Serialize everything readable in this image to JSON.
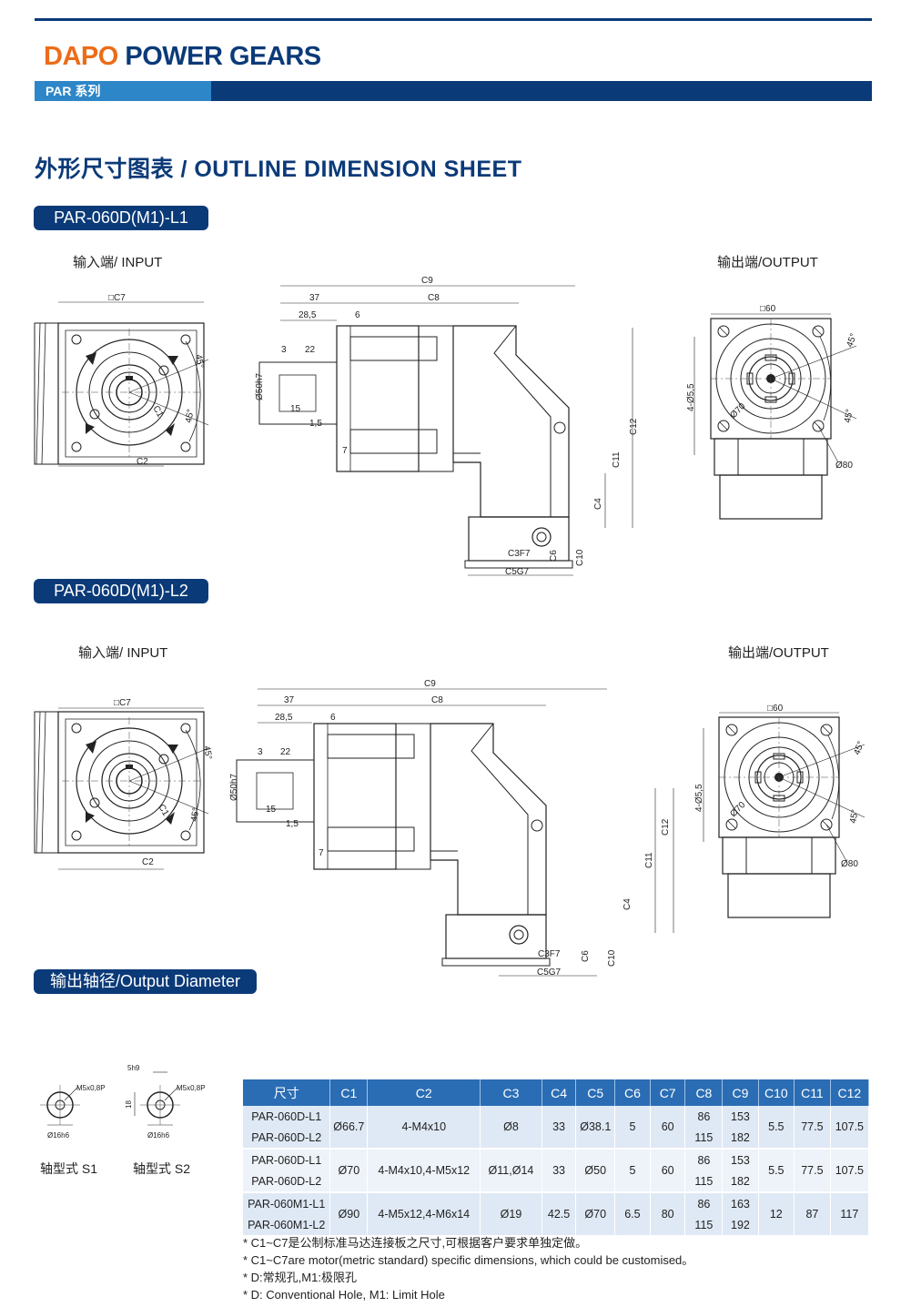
{
  "header": {
    "brand_orange": "DAPO",
    "brand_blue": "POWER GEARS",
    "series": "PAR 系列"
  },
  "section": {
    "title": "外形尺寸图表 / OUTLINE DIMENSION SHEET"
  },
  "models": [
    {
      "name": "PAR-060D(M1)-L1",
      "input_label": "输入端/ INPUT",
      "output_label": "输出端/OUTPUT"
    },
    {
      "name": "PAR-060D(M1)-L2",
      "input_label": "输入端/ INPUT",
      "output_label": "输出端/OUTPUT"
    }
  ],
  "dims": {
    "c7": "□C7",
    "c2": "C2",
    "c1": "C1",
    "deg45": "45°",
    "c9": "C9",
    "d37": "37",
    "c8": "C8",
    "d285": "28,5",
    "d6": "6",
    "d3": "3",
    "d22": "22",
    "phi50": "Ø50h7",
    "d15": "15",
    "d15b": "1,5",
    "d7": "7",
    "c12": "C12",
    "c11": "C11",
    "c4": "C4",
    "c3": "C3F7",
    "c6": "C6",
    "c10": "C10",
    "c5": "C5G7",
    "sq60": "□60",
    "holes": "4-Ø5,5",
    "phi70": "Ø70",
    "phi80": "Ø80"
  },
  "output_diameter": {
    "title": "输出轴径/Output Diameter",
    "s1": {
      "label": "轴型式 S1",
      "thread": "M5x0,8P",
      "dia": "Ø16h6"
    },
    "s2": {
      "label": "轴型式 S2",
      "thread": "M5x0,8P",
      "dia": "Ø16h6",
      "key": "5h9",
      "height": "18"
    }
  },
  "table": {
    "headers": [
      "尺寸",
      "C1",
      "C2",
      "C3",
      "C4",
      "C5",
      "C6",
      "C7",
      "C8",
      "C9",
      "C10",
      "C11",
      "C12"
    ],
    "groups": [
      {
        "rows": [
          [
            "PAR-060D-L1",
            "86",
            "153"
          ],
          [
            "PAR-060D-L2",
            "115",
            "182"
          ]
        ],
        "shared": [
          "Ø66.7",
          "4-M4x10",
          "Ø8",
          "33",
          "Ø38.1",
          "5",
          "60"
        ],
        "tail": [
          "5.5",
          "77.5",
          "107.5"
        ]
      },
      {
        "rows": [
          [
            "PAR-060D-L1",
            "86",
            "153"
          ],
          [
            "PAR-060D-L2",
            "115",
            "182"
          ]
        ],
        "shared": [
          "Ø70",
          "4-M4x10,4-M5x12",
          "Ø11,Ø14",
          "33",
          "Ø50",
          "5",
          "60"
        ],
        "tail": [
          "5.5",
          "77.5",
          "107.5"
        ]
      },
      {
        "rows": [
          [
            "PAR-060M1-L1",
            "86",
            "163"
          ],
          [
            "PAR-060M1-L2",
            "115",
            "192"
          ]
        ],
        "shared": [
          "Ø90",
          "4-M5x12,4-M6x14",
          "Ø19",
          "42.5",
          "Ø70",
          "6.5",
          "80"
        ],
        "tail": [
          "12",
          "87",
          "117"
        ]
      }
    ]
  },
  "notes": [
    "* C1~C7是公制标准马达连接板之尺寸,可根据客户要求单独定做。",
    "* C1~C7are motor(metric standard)  specific dimensions, which could be customised。",
    "* D:常规孔,M1:极限孔",
    "* D: Conventional Hole, M1: Limit Hole"
  ]
}
